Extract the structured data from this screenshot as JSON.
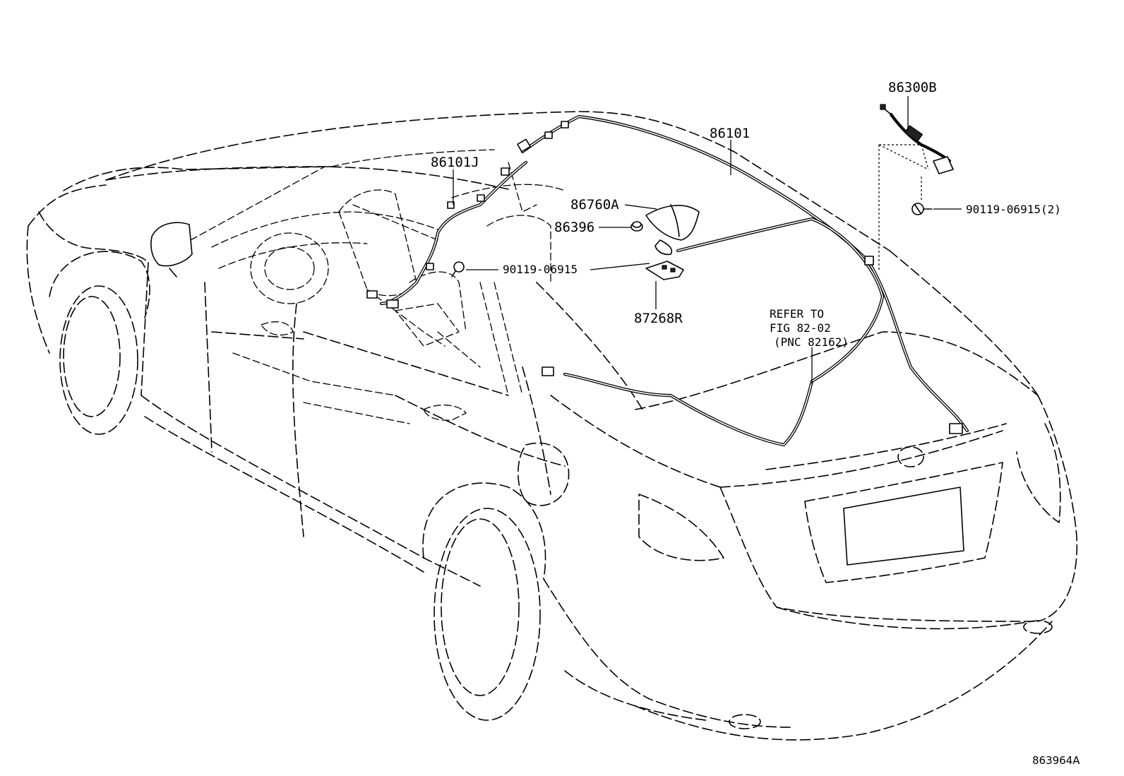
{
  "callouts": {
    "p86300B": "86300B",
    "p86101": "86101",
    "p86101J": "86101J",
    "p86760A": "86760A",
    "p86396": "86396",
    "p90119_06915_2": "90119-06915(2)",
    "p90119_06915": "90119-06915",
    "p87268R": "87268R"
  },
  "refer_note": {
    "line1": "REFER TO",
    "line2": "FIG 82-02",
    "line3": "(PNC 82162)"
  },
  "diagram_id": "863964A"
}
